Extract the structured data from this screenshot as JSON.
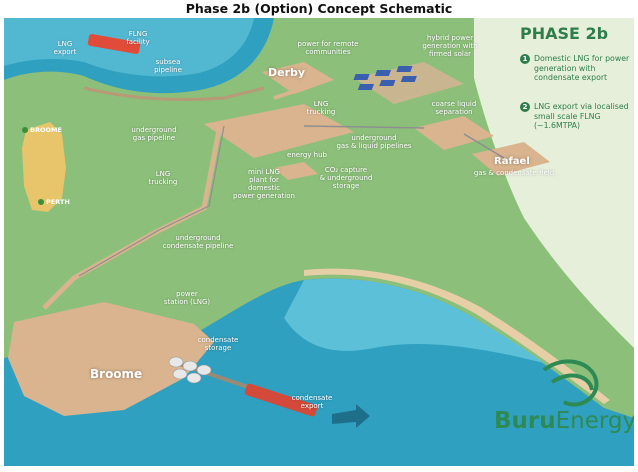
{
  "title": "Phase 2b (Option) Concept Schematic",
  "panel": {
    "heading": "PHASE 2b",
    "items": [
      {
        "num": "1",
        "text": "Domestic LNG for power generation with condensate export"
      },
      {
        "num": "2",
        "text": "LNG export via localised small scale FLNG (~1.6MTPA)"
      }
    ]
  },
  "locations": {
    "derby": "Derby",
    "broome": "Broome",
    "rafael": "Rafael",
    "rafael_sub": "gas & condensate field"
  },
  "inset_map": {
    "broome": "BROOME",
    "perth": "PERTH"
  },
  "labels": {
    "lng_export": "LNG\nexport",
    "flng_facility": "FLNG\nfacility",
    "subsea_pipeline": "subsea\npipeline",
    "power_remote": "power for remote\ncommunities",
    "hybrid_power": "hybrid power\ngeneration with\nfirmed solar",
    "lng_trucking_top": "LNG\ntrucking",
    "coarse_liquid": "coarse liquid\nseparation",
    "underground_gas": "underground\ngas pipeline",
    "underground_gas_liquid": "underground\ngas & liquid pipelines",
    "energy_hub": "energy hub",
    "co2_capture": "CO₂ capture\n& underground\nstorage",
    "lng_trucking_mid": "LNG\ntrucking",
    "mini_lng": "mini LNG\nplant for\ndomestic\npower generation",
    "underground_condensate": "underground\ncondensate pipeline",
    "power_station": "power\nstation (LNG)",
    "condensate_storage": "condensate\nstorage",
    "condensate_export": "condensate\nexport"
  },
  "logo": {
    "part1": "Buru",
    "part2": "Energy"
  },
  "colors": {
    "accent": "#2e7d4a",
    "sea": "#2fa0c0",
    "land": "#d9b48f",
    "grass": "#7fb069"
  }
}
